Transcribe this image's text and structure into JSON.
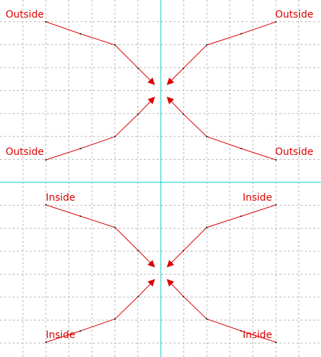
{
  "colors": {
    "background": "#ffffff",
    "grid": "#b8b8b8",
    "axis": "#00c8c8",
    "line": "#dd0000",
    "label": "#dd0000",
    "node": "#333333"
  },
  "groups": [
    {
      "name": "outside",
      "labels": {
        "top_left": "Outside",
        "top_right": "Outside",
        "bottom_left": "Outside",
        "bottom_right": "Outside"
      }
    },
    {
      "name": "inside",
      "labels": {
        "top_left": "Inside",
        "top_right": "Inside",
        "bottom_left": "Inside",
        "bottom_right": "Inside"
      }
    }
  ]
}
